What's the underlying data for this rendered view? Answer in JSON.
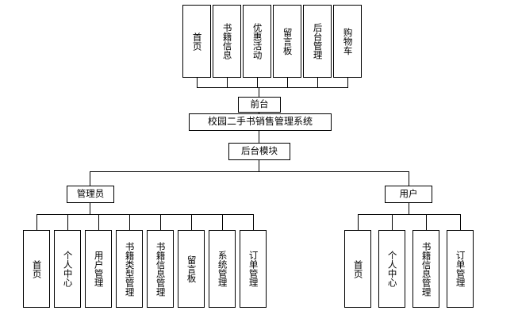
{
  "diagram": {
    "title": "校园二手书销售管理系统",
    "root": {
      "label": "校园二手书销售管理系统"
    },
    "frontend_group": {
      "label": "前台"
    },
    "backend_group": {
      "label": "后台模块"
    },
    "frontend_items": [
      {
        "label": "首页"
      },
      {
        "label": "书籍信息"
      },
      {
        "label": "优惠活动"
      },
      {
        "label": "留言板"
      },
      {
        "label": "后台管理"
      },
      {
        "label": "购物车"
      }
    ],
    "backend_roles": [
      {
        "label": "管理员"
      },
      {
        "label": "用户"
      }
    ],
    "admin_items": [
      {
        "label": "首页"
      },
      {
        "label": "个人中心"
      },
      {
        "label": "用户管理"
      },
      {
        "label": "书籍类型管理"
      },
      {
        "label": "书籍信息管理"
      },
      {
        "label": "留言板"
      },
      {
        "label": "系统管理"
      },
      {
        "label": "订单管理"
      }
    ],
    "user_items": [
      {
        "label": "首页"
      },
      {
        "label": "个人中心"
      },
      {
        "label": "书籍信息管理"
      },
      {
        "label": "订单管理"
      }
    ],
    "colors": {
      "line": "#000000",
      "box_border": "#000000",
      "box_fill": "#ffffff",
      "text": "#000000"
    }
  }
}
